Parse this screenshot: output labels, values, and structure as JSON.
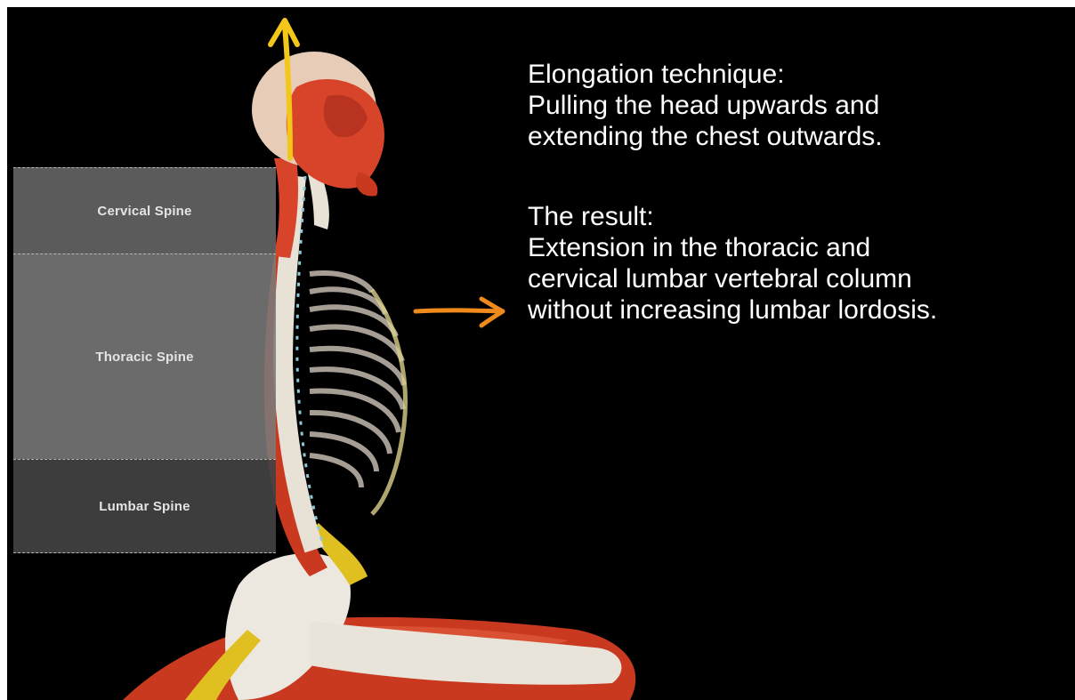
{
  "spine_regions": [
    {
      "label": "Cervical Spine"
    },
    {
      "label": "Thoracic Spine"
    },
    {
      "label": "Lumbar Spine"
    }
  ],
  "captions": {
    "technique_heading": "Elongation technique:",
    "technique_line_1": "Pulling the head upwards and",
    "technique_line_2": "extending the chest outwards.",
    "result_heading": "The result:",
    "result_line_1": "Extension in the thoracic and",
    "result_line_2": "cervical lumbar vertebral column",
    "result_line_3": "without increasing lumbar lordosis."
  },
  "colors": {
    "background": "#000000",
    "muscle": "#d8442a",
    "bone": "#e8e2d6",
    "cartilage": "#8fc9d6",
    "ligament_yellow": "#e8c21a",
    "arrow_orange": "#f08a1c"
  },
  "icons": {
    "pull_up": "upward-arrow-icon",
    "chest_out": "right-arrow-icon"
  }
}
